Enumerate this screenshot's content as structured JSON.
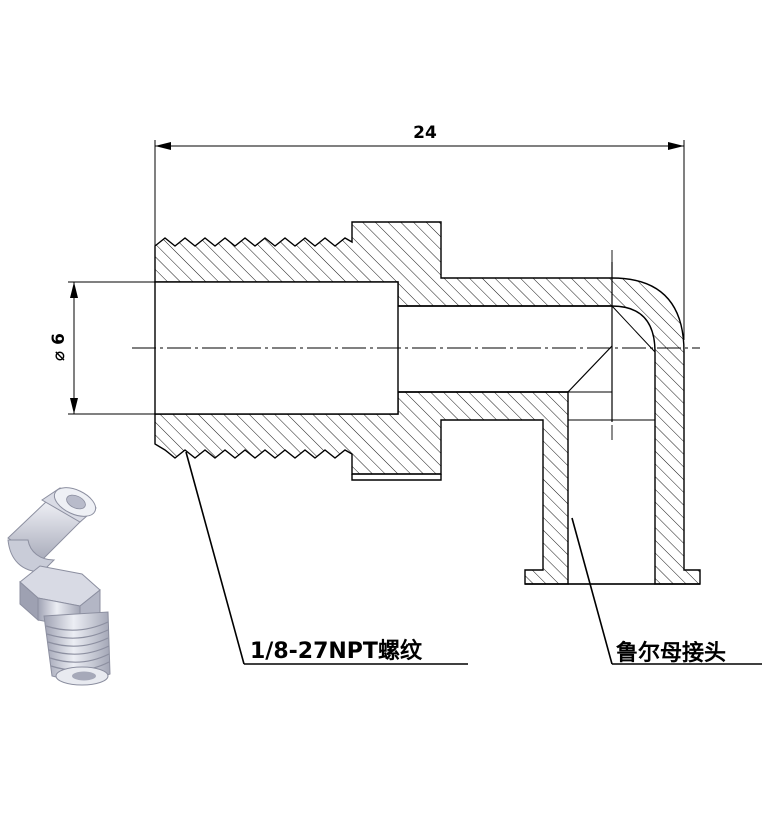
{
  "drawing": {
    "overall_length": "24",
    "bore_diameter": "6",
    "diameter_symbol": "⌀",
    "thread_callout": "1/8-27NPT螺纹",
    "luer_callout": "鲁尔母接头"
  },
  "colors": {
    "line": "#000000",
    "background": "#ffffff",
    "model_light": "#e4e6ee",
    "model_mid": "#b9bccb",
    "model_dark": "#8c8fa0"
  }
}
